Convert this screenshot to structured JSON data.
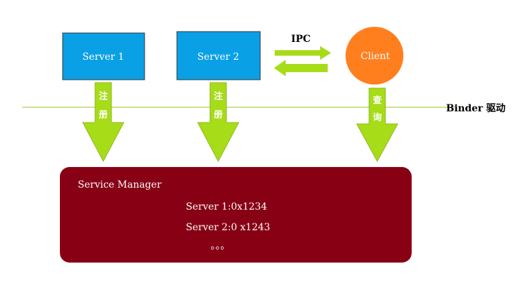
{
  "colors": {
    "server_fill": "#0aa0e6",
    "client_fill": "#ff7f1e",
    "arrow_fill": "#a6dc18",
    "manager_fill": "#870014",
    "binder_line": "#b5dc6a"
  },
  "servers": [
    {
      "label": "Server 1"
    },
    {
      "label": "Server 2"
    }
  ],
  "client": {
    "label": "Client"
  },
  "ipc_label": "IPC",
  "binder_label": "Binder 驱动",
  "arrows": {
    "server1": [
      "注",
      "册"
    ],
    "server2": [
      "注",
      "册"
    ],
    "client": [
      "查",
      "询"
    ]
  },
  "service_manager": {
    "title": "Service Manager",
    "entries": [
      "Server 1:0x1234",
      "Server 2:0 x1243"
    ],
    "ellipsis": "。。。"
  }
}
